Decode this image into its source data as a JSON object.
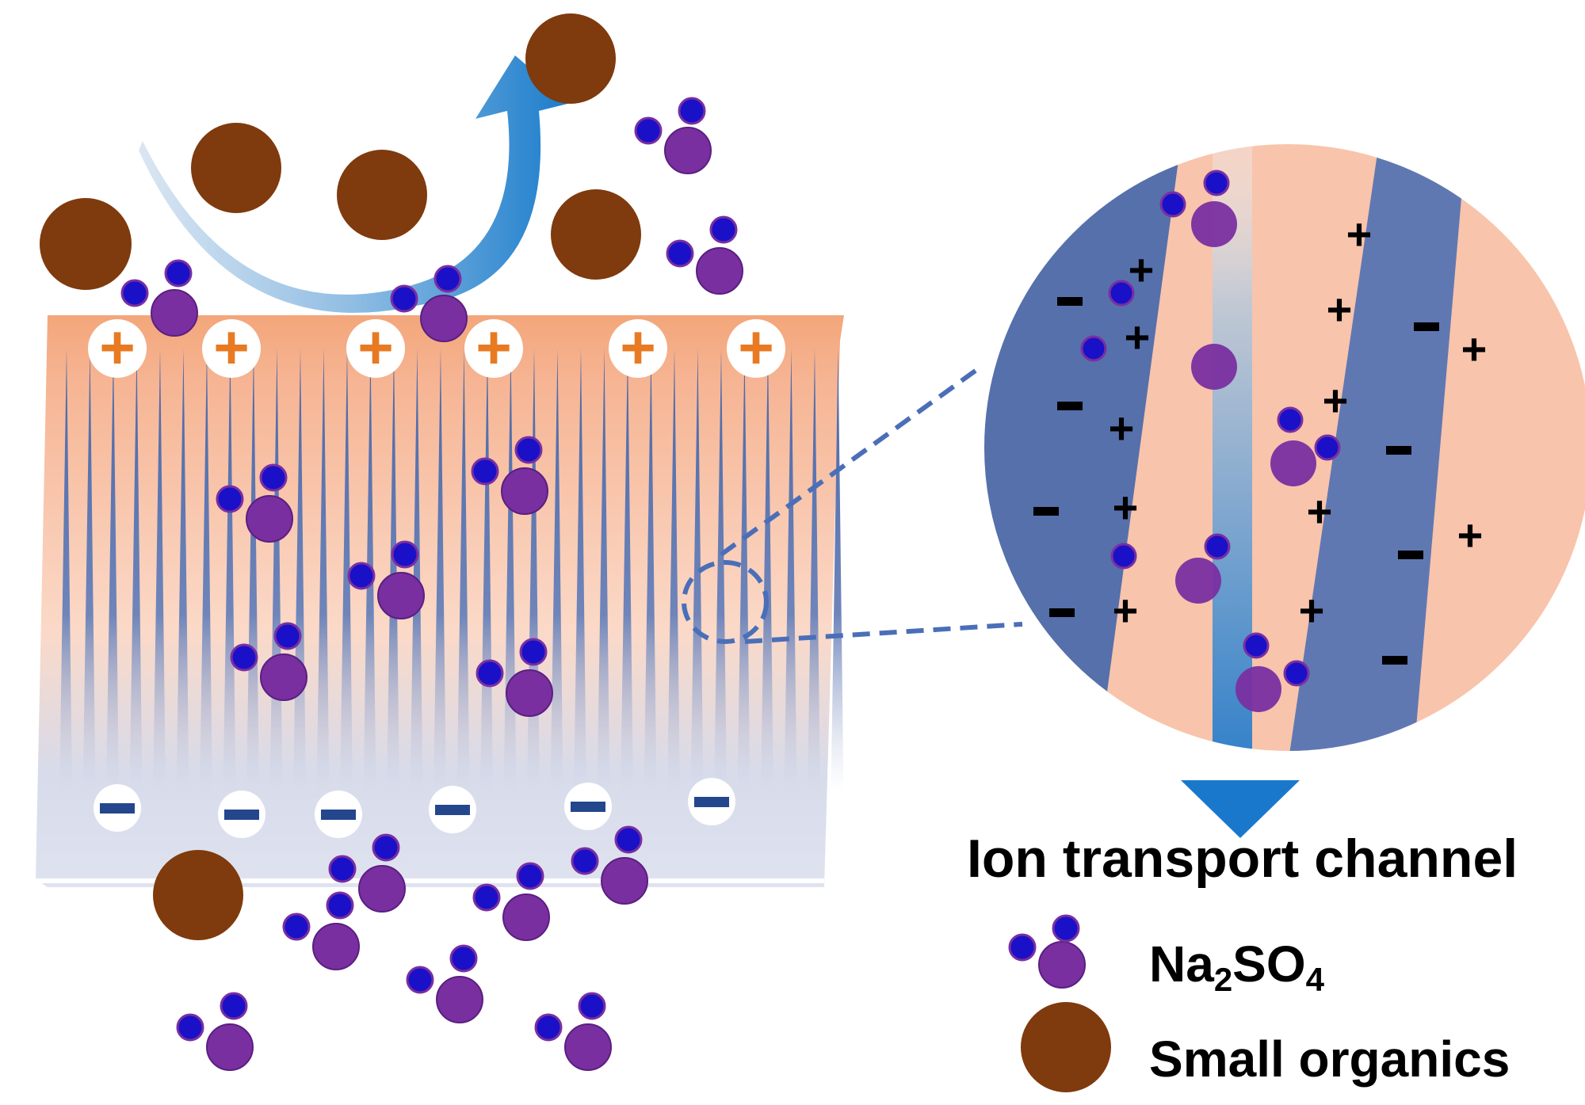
{
  "diagram": {
    "title": "Ion transport channel",
    "legend": [
      {
        "id": "salt",
        "label_main": "Na",
        "label_sub1": "2",
        "label_mid": "SO",
        "label_sub2": "4"
      },
      {
        "id": "organic",
        "label": "Small organics"
      }
    ],
    "surface_charges": {
      "top": "+",
      "bottom": "−"
    },
    "colors": {
      "organic": "#7f3a0d",
      "sulfate": "#7a2fa0",
      "sodium": "#1a10c8",
      "membrane_top": "#f3a87e",
      "membrane_channel": "#4f6ba8",
      "membrane_bottom": "#d3d9ea",
      "arrow": "#1a78c8",
      "zoom_bg": "#f8c4ac",
      "plus_sign": "#e87a22"
    }
  }
}
